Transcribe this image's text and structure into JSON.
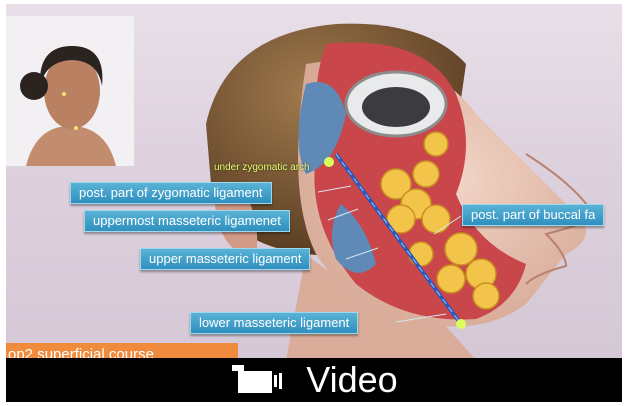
{
  "callouts": {
    "under_zygomatic_arch": "under zygomatic arch",
    "post_zygomatic": "post. part of zygomatic ligament",
    "uppermost_masseteric": "uppermost masseteric ligamenet",
    "upper_masseteric": "upper masseteric ligament",
    "lower_masseteric": "lower masseteric ligament",
    "post_buccal": "post. part of buccal fa"
  },
  "banner": {
    "course_text": "op2 superficial course"
  },
  "video_bar": {
    "label": "Video",
    "icon": "video-camera-icon"
  },
  "colors": {
    "callout_blue": "#3a9cc9",
    "banner_orange": "#f08a3c",
    "bar_black": "#000000"
  }
}
